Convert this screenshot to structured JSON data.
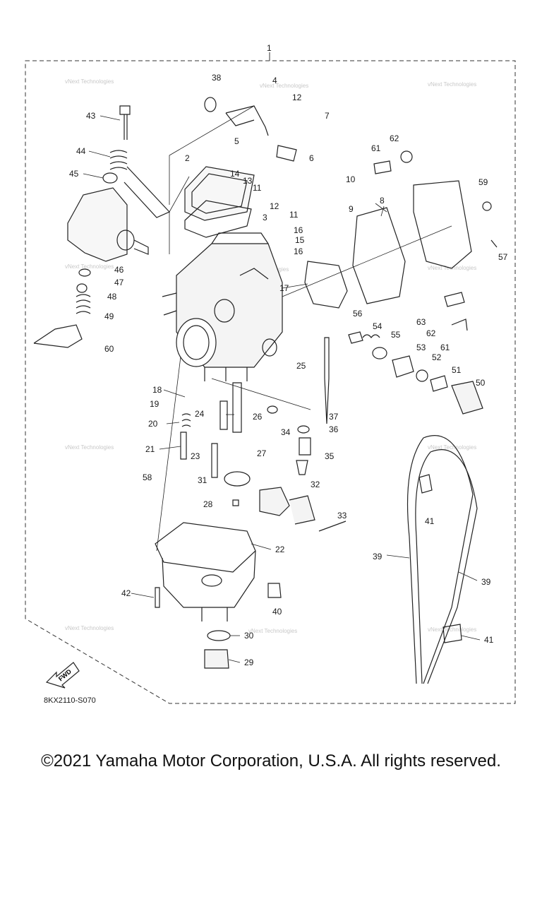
{
  "diagram": {
    "frame_label": "1",
    "callouts": [
      "2",
      "3",
      "4",
      "5",
      "6",
      "7",
      "8",
      "9",
      "10",
      "11",
      "11",
      "12",
      "12",
      "13",
      "14",
      "15",
      "16",
      "16",
      "17",
      "18",
      "19",
      "20",
      "21",
      "22",
      "23",
      "24",
      "25",
      "26",
      "27",
      "28",
      "29",
      "30",
      "31",
      "32",
      "33",
      "34",
      "35",
      "36",
      "37",
      "38",
      "39",
      "39",
      "40",
      "41",
      "41",
      "42",
      "43",
      "44",
      "45",
      "46",
      "47",
      "48",
      "49",
      "50",
      "51",
      "52",
      "53",
      "54",
      "55",
      "56",
      "57",
      "58",
      "59",
      "60",
      "61",
      "61",
      "62",
      "62",
      "63"
    ],
    "watermark": "vNext Technologies",
    "fwd_label": "FWD",
    "diagram_code": "8KX2110-S070"
  },
  "footer": {
    "copyright": "©2021 Yamaha Motor Corporation, U.S.A. All rights reserved."
  }
}
